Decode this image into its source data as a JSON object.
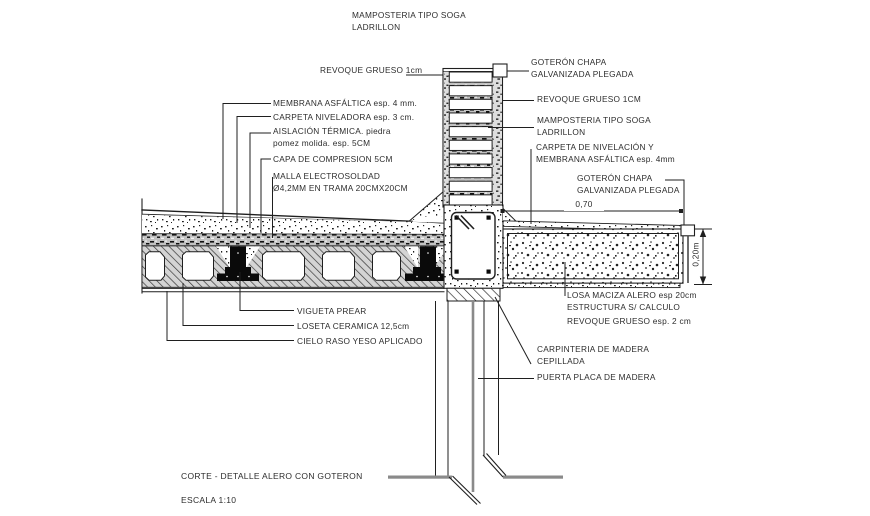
{
  "drawing": {
    "title_block": {
      "title": "CORTE - DETALLE ALERO CON GOTERON",
      "scale": "ESCALA 1:10"
    },
    "labels": {
      "mamposteria_top": "MAMPOSTERIA TIPO SOGA\nLADRILLON",
      "revoque_grueso_left": "REVOQUE GRUESO 1cm",
      "goteron_top": "GOTERÓN CHAPA\nGALVANIZADA PLEGADA",
      "membrana": "MEMBRANA ASFÁLTICA esp. 4 mm.",
      "carpeta_niveladora": "CARPETA NIVELADORA esp. 3 cm.",
      "aislacion": "AISLACIÓN TÉRMICA. piedra\npomez molida. esp. 5CM",
      "capa_compresion": "CAPA DE COMPRESION 5CM",
      "malla": "MALLA ELECTROSOLDAD\nØ4,2MM EN TRAMA 20CMX20CM",
      "revoque_grueso_right": "REVOQUE GRUESO 1CM",
      "mamposteria_right": "MAMPOSTERIA TIPO SOGA\nLADRILLON",
      "carpeta_nivelacion": "CARPETA DE NIVELACIÓN Y\nMEMBRANA ASFÁLTICA esp. 4mm",
      "goteron_right": "GOTERÓN CHAPA\nGALVANIZADA PLEGADA",
      "losa_maciza": "LOSA MACIZA ALERO esp 20cm",
      "estructura": "ESTRUCTURA S/ CALCULO",
      "revoque_grueso_2cm": "REVOQUE GRUESO esp. 2 cm",
      "carpinteria": "CARPINTERIA DE MADERA\nCEPILLADA",
      "puerta": "PUERTA PLACA DE MADERA",
      "vigueta": "VIGUETA PREAR",
      "loseta": "LOSETA CERAMICA 12,5cm",
      "cielo_raso": "CIELO RASO YESO APLICADO"
    },
    "dimensions": {
      "eave_width": "0,70",
      "slab_thickness": "0,20m"
    },
    "colors": {
      "line": "#1f1f1f",
      "text": "#2d2d2d",
      "gray": "#8a8a8a",
      "hatch_bg": "#d4d4d4",
      "background": "#ffffff"
    }
  }
}
